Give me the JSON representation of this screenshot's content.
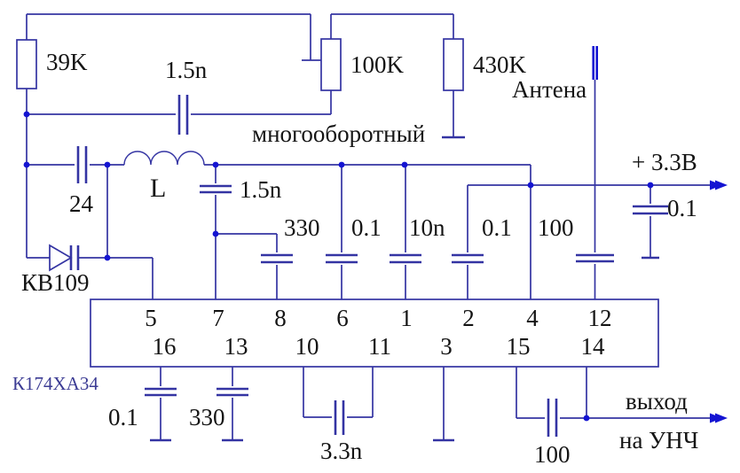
{
  "colors": {
    "wire": "#3434a3",
    "accent": "#1414d2",
    "ink": "#141414",
    "ic_ink": "#3c3c94",
    "background": "#ffffff"
  },
  "components": {
    "r_39k": "39K",
    "c_feedback": "1.5n",
    "r_pot": "100K",
    "pot_note": "многооборотный",
    "r_430k": "430K",
    "antenna_label": "Антена",
    "supply_label": "+ 3.3В",
    "c_24": "24",
    "inductor": "L",
    "c_tank": "1.5n",
    "c_pin8": "330",
    "c_pin6": "0.1",
    "c_pin1": "10n",
    "c_pin2": "0.1",
    "c_pin12": "100",
    "c_supply": "0.1",
    "varicap": "КВ109",
    "c_pin16": "0.1",
    "c_pin13": "330",
    "c_pins10_11": "3.3n",
    "c_output": "100",
    "output_line1": "выход",
    "output_line2": "на УНЧ"
  },
  "ic": {
    "name": "К174ХА34",
    "pins_top": [
      "5",
      "7",
      "8",
      "6",
      "1",
      "2",
      "4",
      "12"
    ],
    "pins_bottom": [
      "16",
      "13",
      "10",
      "11",
      "3",
      "15",
      "14"
    ]
  }
}
